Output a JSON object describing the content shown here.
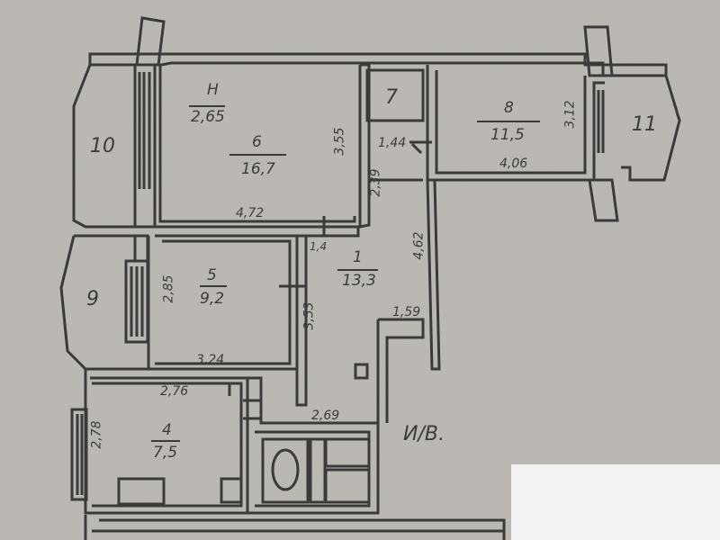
{
  "rooms": [
    {
      "id": "1",
      "label": "1",
      "area": "13,3"
    },
    {
      "id": "4",
      "label": "4",
      "area": "7,5"
    },
    {
      "id": "5",
      "label": "5",
      "area": "9,2"
    },
    {
      "id": "6",
      "label": "6",
      "area": "16,7"
    },
    {
      "id": "7",
      "label": "7"
    },
    {
      "id": "8",
      "label": "8",
      "area": "11,5"
    },
    {
      "id": "9",
      "label": "9"
    },
    {
      "id": "10",
      "label": "10"
    },
    {
      "id": "11",
      "label": "11"
    }
  ],
  "ceiling_height": "2,65",
  "ceiling_marker": "H",
  "dimensions": {
    "room6_width": "4,72",
    "room8_width": "4,06",
    "room5_width": "3,24",
    "room4_width": "2,76",
    "room4_side": "2,78",
    "room5_side": "2,85",
    "room7_width": "1,44",
    "bath_width": "2,69",
    "corridor_a": "2,39",
    "corridor_b": "3,53",
    "corridor_c": "4,62",
    "room6_side": "3,55",
    "room8_side": "3,12",
    "door_a": "1,4",
    "door_b": "1,59"
  },
  "annotation": "И/В."
}
